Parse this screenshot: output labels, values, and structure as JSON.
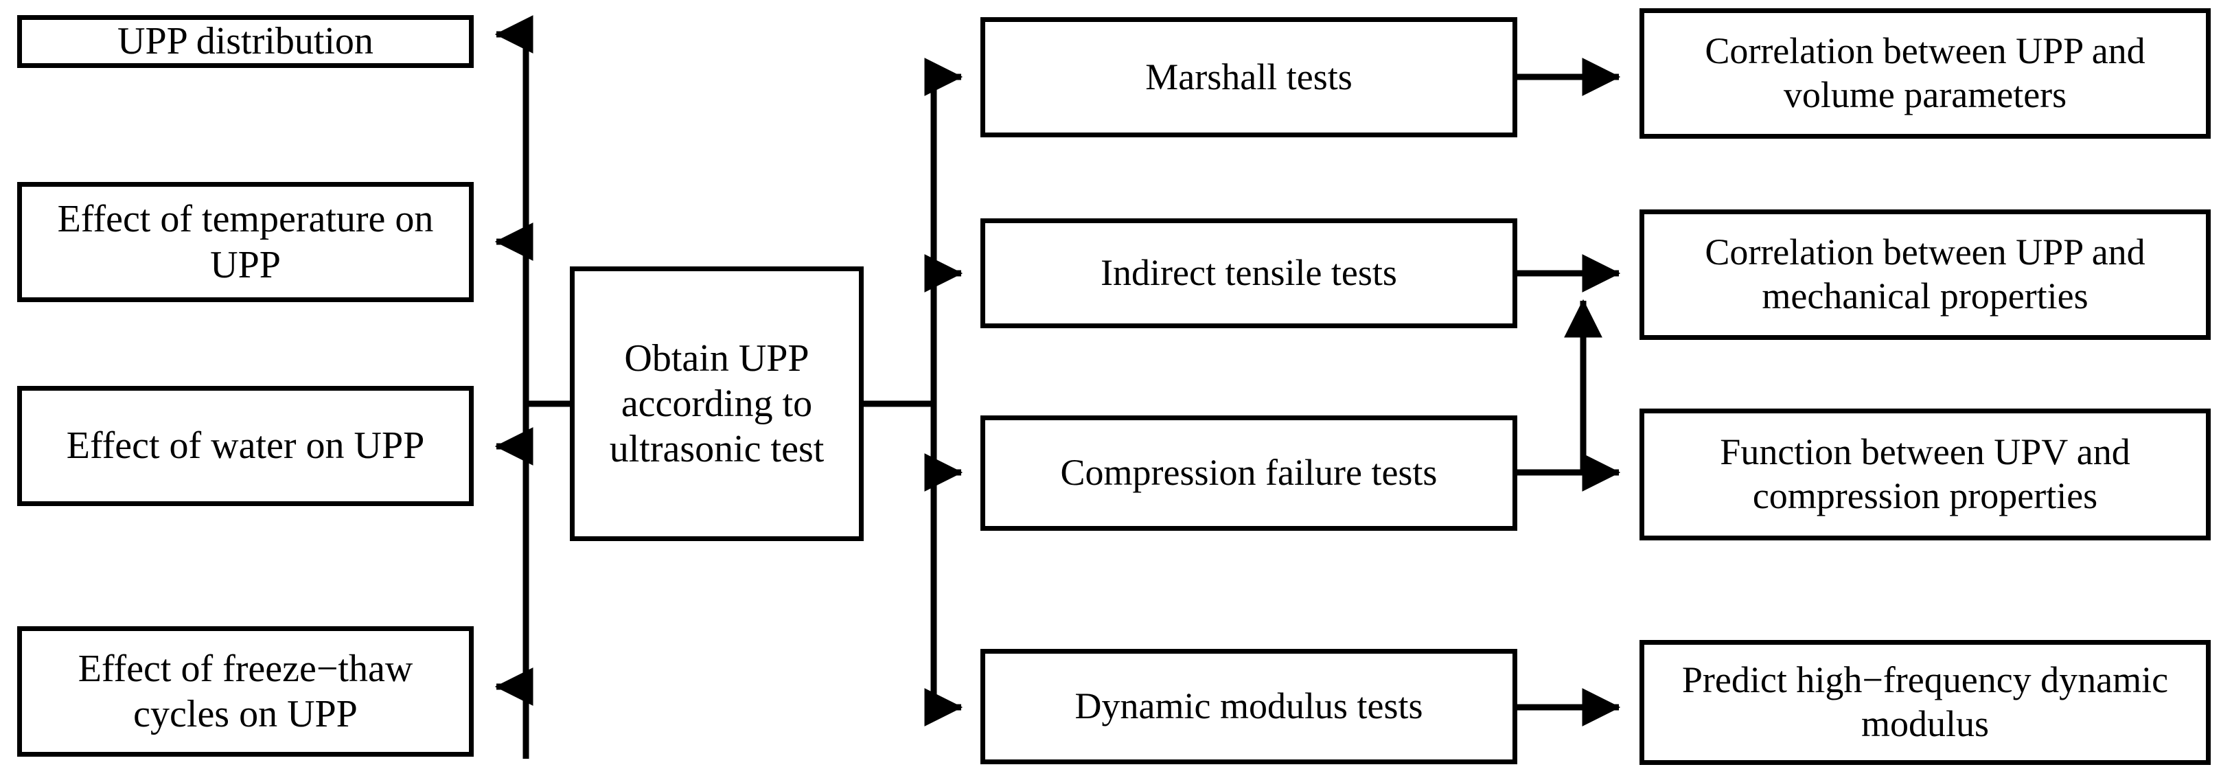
{
  "diagram": {
    "title": "UPP ultrasonic testing research framework flowchart",
    "type": "flowchart",
    "orientation": "left-right-bidirectional",
    "colors": {
      "stroke": "#000000",
      "fill": "#ffffff",
      "text": "#000000"
    },
    "center": {
      "id": "obtain-upp",
      "label": "Obtain UPP according to ultrasonic test"
    },
    "left_branch": {
      "direction": "center-to-left",
      "nodes": [
        {
          "id": "upp-distribution",
          "label": "UPP distribution"
        },
        {
          "id": "effect-temperature",
          "label": "Effect of temperature on UPP"
        },
        {
          "id": "effect-water",
          "label": "Effect of water on UPP"
        },
        {
          "id": "effect-freeze-thaw",
          "label": "Effect of freeze−thaw cycles on UPP"
        }
      ]
    },
    "middle_branch": {
      "direction": "center-to-right",
      "nodes": [
        {
          "id": "marshall-tests",
          "label": "Marshall tests"
        },
        {
          "id": "indirect-tensile-tests",
          "label": "Indirect tensile tests"
        },
        {
          "id": "compression-failure-tests",
          "label": "Compression failure tests"
        },
        {
          "id": "dynamic-modulus-tests",
          "label": "Dynamic modulus tests"
        }
      ]
    },
    "right_branch": {
      "direction": "middle-to-right",
      "nodes": [
        {
          "id": "correlation-volume",
          "label": "Correlation between UPP and volume parameters"
        },
        {
          "id": "correlation-mechanical",
          "label": "Correlation between UPP and mechanical properties"
        },
        {
          "id": "function-upv-compression",
          "label": "Function between UPV and compression properties"
        },
        {
          "id": "predict-dynamic-modulus",
          "label": "Predict high−frequency dynamic modulus"
        }
      ]
    },
    "edges": [
      {
        "from": "obtain-upp",
        "to": "upp-distribution",
        "arrow": "left"
      },
      {
        "from": "obtain-upp",
        "to": "effect-temperature",
        "arrow": "left"
      },
      {
        "from": "obtain-upp",
        "to": "effect-water",
        "arrow": "left"
      },
      {
        "from": "obtain-upp",
        "to": "effect-freeze-thaw",
        "arrow": "left"
      },
      {
        "from": "obtain-upp",
        "to": "marshall-tests",
        "arrow": "right"
      },
      {
        "from": "obtain-upp",
        "to": "indirect-tensile-tests",
        "arrow": "right"
      },
      {
        "from": "obtain-upp",
        "to": "compression-failure-tests",
        "arrow": "right"
      },
      {
        "from": "obtain-upp",
        "to": "dynamic-modulus-tests",
        "arrow": "right"
      },
      {
        "from": "marshall-tests",
        "to": "correlation-volume",
        "arrow": "right"
      },
      {
        "from": "indirect-tensile-tests",
        "to": "correlation-mechanical",
        "arrow": "right"
      },
      {
        "from": "compression-failure-tests",
        "to": "function-upv-compression",
        "arrow": "right"
      },
      {
        "from": "compression-failure-tests",
        "to": "correlation-mechanical",
        "arrow": "up"
      },
      {
        "from": "dynamic-modulus-tests",
        "to": "predict-dynamic-modulus",
        "arrow": "right"
      }
    ]
  }
}
